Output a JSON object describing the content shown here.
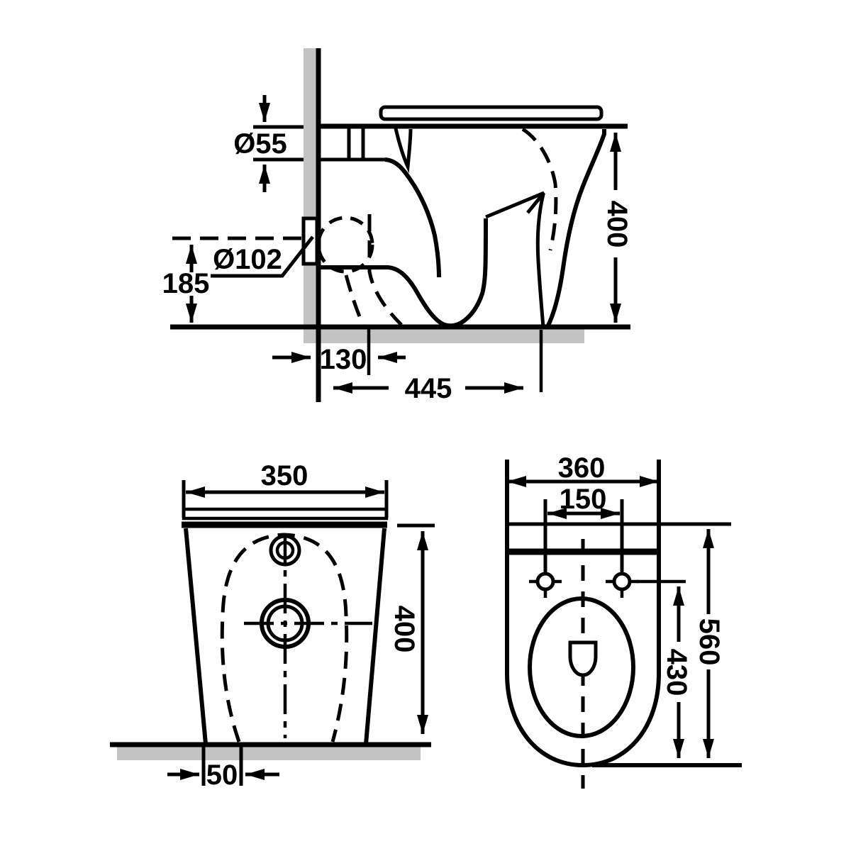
{
  "drawing": {
    "background": "#ffffff",
    "line_color": "#000000",
    "shade_color": "#c3c3c3",
    "views": {
      "side": {
        "name": "side-elevation",
        "labels": {
          "inlet_diameter": "Ø55",
          "outlet_diameter": "Ø102",
          "outlet_centre_height": "185",
          "overall_height": "400",
          "outlet_setout": "130",
          "projection": "445"
        }
      },
      "front": {
        "name": "front-elevation",
        "labels": {
          "overall_width": "350",
          "overall_height": "400",
          "base_inset": "50"
        }
      },
      "top": {
        "name": "plan-view",
        "labels": {
          "overall_width": "360",
          "fixing_hole_centres": "150",
          "overall_depth": "560",
          "fixing_to_front": "430"
        }
      }
    }
  }
}
